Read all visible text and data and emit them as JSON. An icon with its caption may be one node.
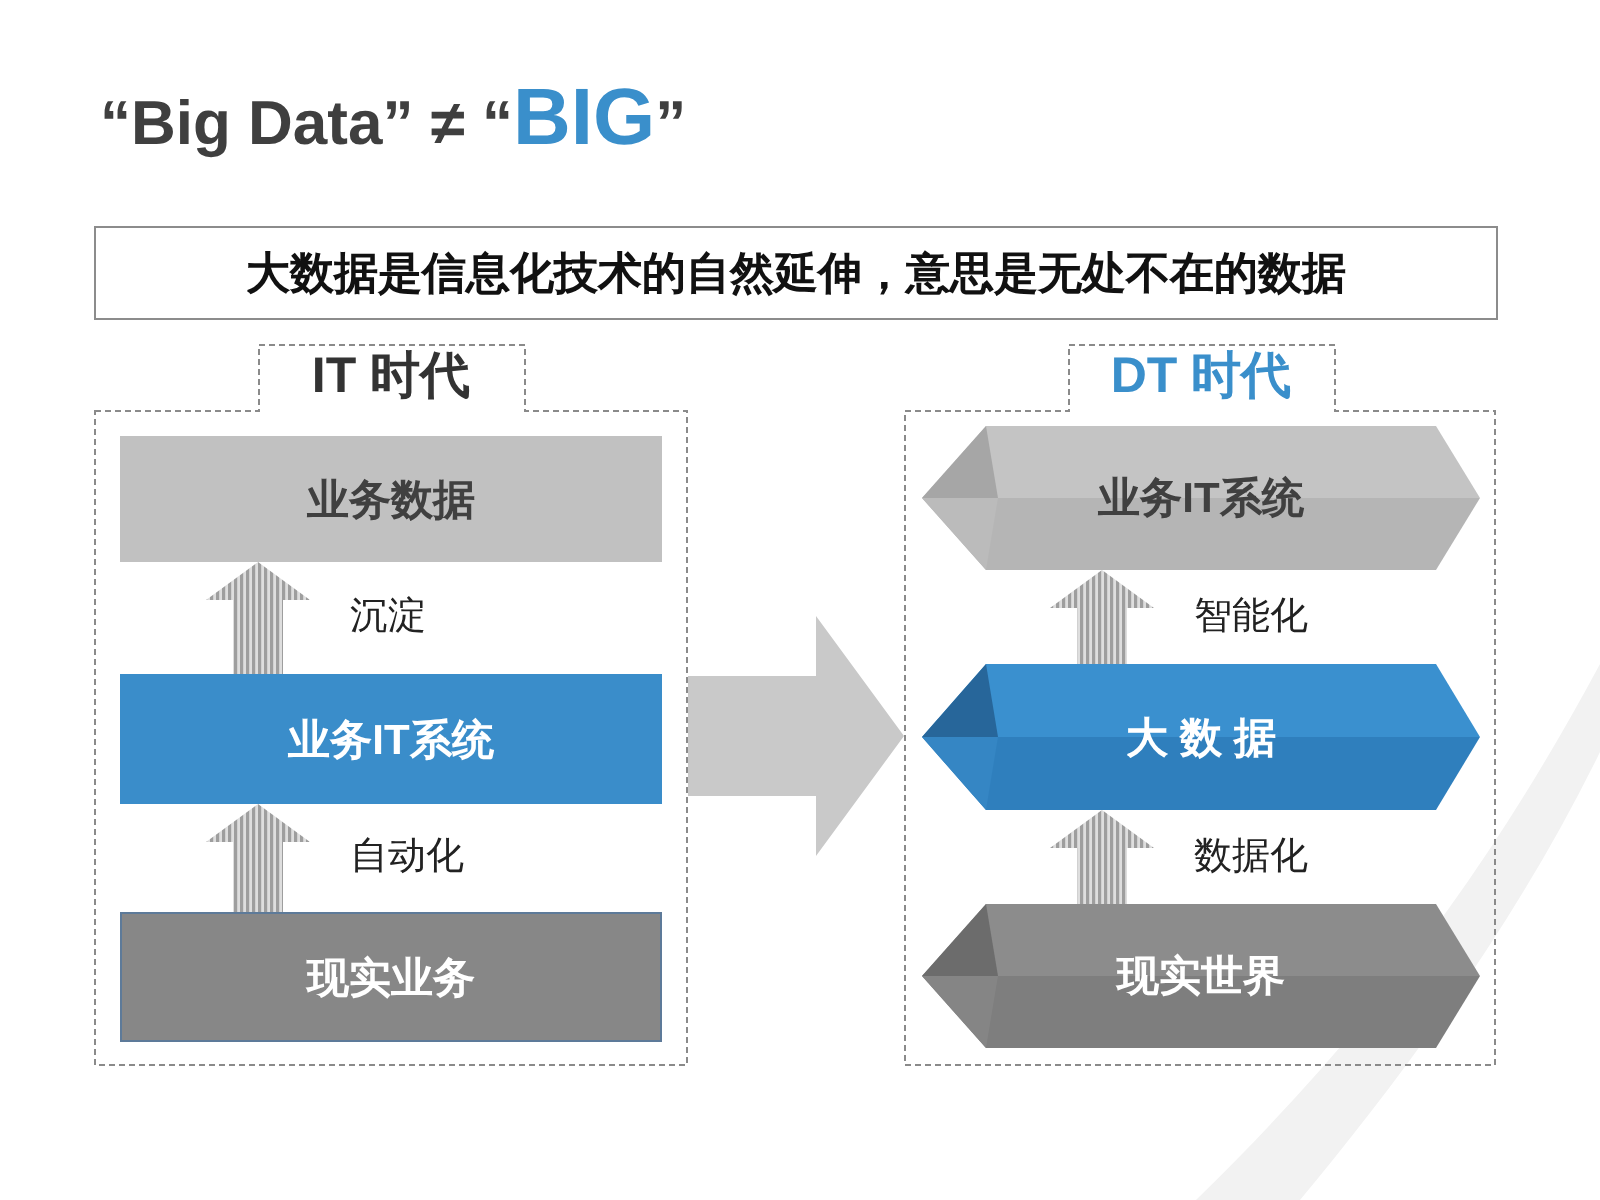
{
  "diagram": {
    "title": "“Big Data” ≠ “**BIG**”",
    "nodes": [
      {
        "text": [
          "大数据是信息化技术的自然延伸，意思是无处不在的数据"
        ]
      },
      {
        "text": [
          "IT 时代"
        ]
      },
      {
        "text": [
          "业务数据"
        ],
        "in": 1
      },
      {
        "text": [
          "业务IT系统"
        ],
        "in": 1
      },
      {
        "text": [
          "现实业务"
        ],
        "in": 1
      },
      {
        "text": [
          "DT 时代"
        ]
      },
      {
        "text": [
          "业务IT系统"
        ],
        "in": 5
      },
      {
        "text": [
          "大 数 据"
        ],
        "in": 5
      },
      {
        "text": [
          "现实世界"
        ],
        "in": 5
      }
    ],
    "edges": [
      {
        "from": 3,
        "to": 2,
        "arrow": "to",
        "label": "沉淀"
      },
      {
        "from": 4,
        "to": 3,
        "arrow": "to",
        "label": "自动化"
      },
      {
        "from": 1,
        "to": 5,
        "arrow": "to"
      },
      {
        "from": 7,
        "to": 6,
        "arrow": "to",
        "label": "智能化"
      },
      {
        "from": 8,
        "to": 7,
        "arrow": "to",
        "label": "数据化"
      }
    ]
  }
}
